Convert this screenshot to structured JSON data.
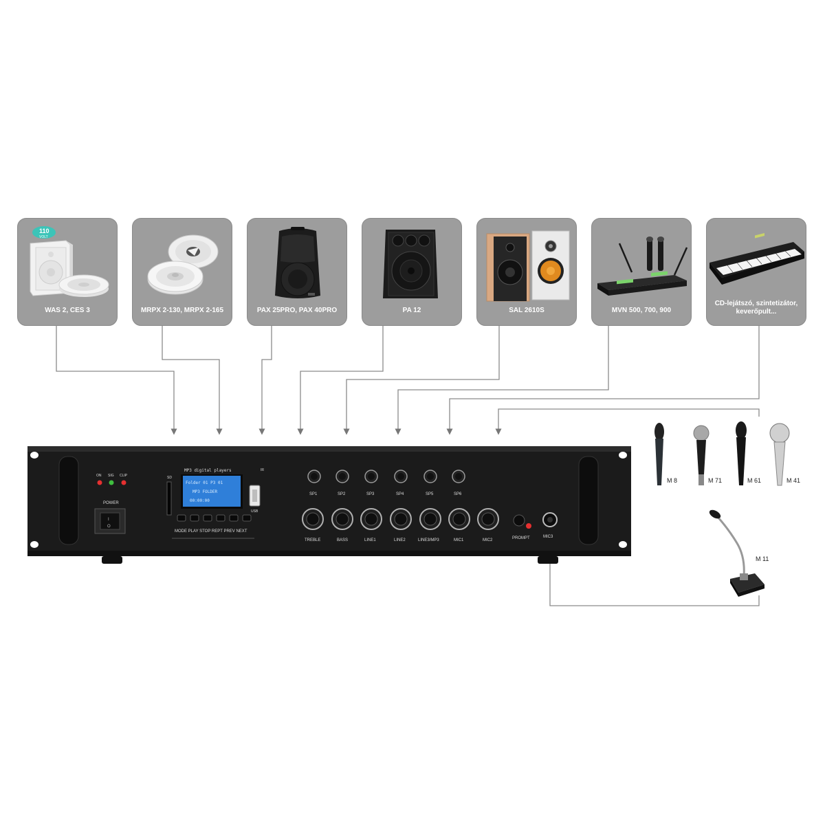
{
  "devices": [
    {
      "label": "WAS 2, CES 3",
      "badge_top": "110",
      "badge_bottom": "VOLT"
    },
    {
      "label": "MRPX 2-130, MRPX 2-165"
    },
    {
      "label": "PAX 25PRO, PAX 40PRO"
    },
    {
      "label": "PA 12"
    },
    {
      "label": "SAL 2610S"
    },
    {
      "label": "MVN 500, 700, 900"
    },
    {
      "label_line1": "CD-lejátszó, szintetizátor,",
      "label_line2": "keverőpult..."
    }
  ],
  "amplifier": {
    "led_labels": [
      "ON",
      "SIG",
      "CLIP"
    ],
    "power_label": "POWER",
    "sd_label": "SD",
    "usb_label": "USB",
    "ir_label": "IR",
    "display_title": "MP3 digital players",
    "display_lines": [
      "Folder 01 P3 01",
      "MP3 FOLDER",
      "00:00:00"
    ],
    "player_buttons_label": "MODE PLAY STOP REPT PREV NEXT",
    "zone_labels": [
      "SP1",
      "SP2",
      "SP3",
      "SP4",
      "SP5",
      "SP6"
    ],
    "channel_labels": [
      "TREBLE",
      "BASS",
      "LINE1",
      "LINE2",
      "LINE3/MP3",
      "MIC1",
      "MIC2"
    ],
    "prompt_label": "PROMPT",
    "mic3_label": "MIC3"
  },
  "microphones": [
    {
      "label": "M 8"
    },
    {
      "label": "M 71"
    },
    {
      "label": "M 61"
    },
    {
      "label": "M 41"
    }
  ],
  "gooseneck": {
    "label": "M 11"
  },
  "colors": {
    "card": "#9d9d9d",
    "line": "#777777",
    "panel": "#1a1a1a",
    "screen": "#2f7fd9",
    "led": "#e53030"
  }
}
